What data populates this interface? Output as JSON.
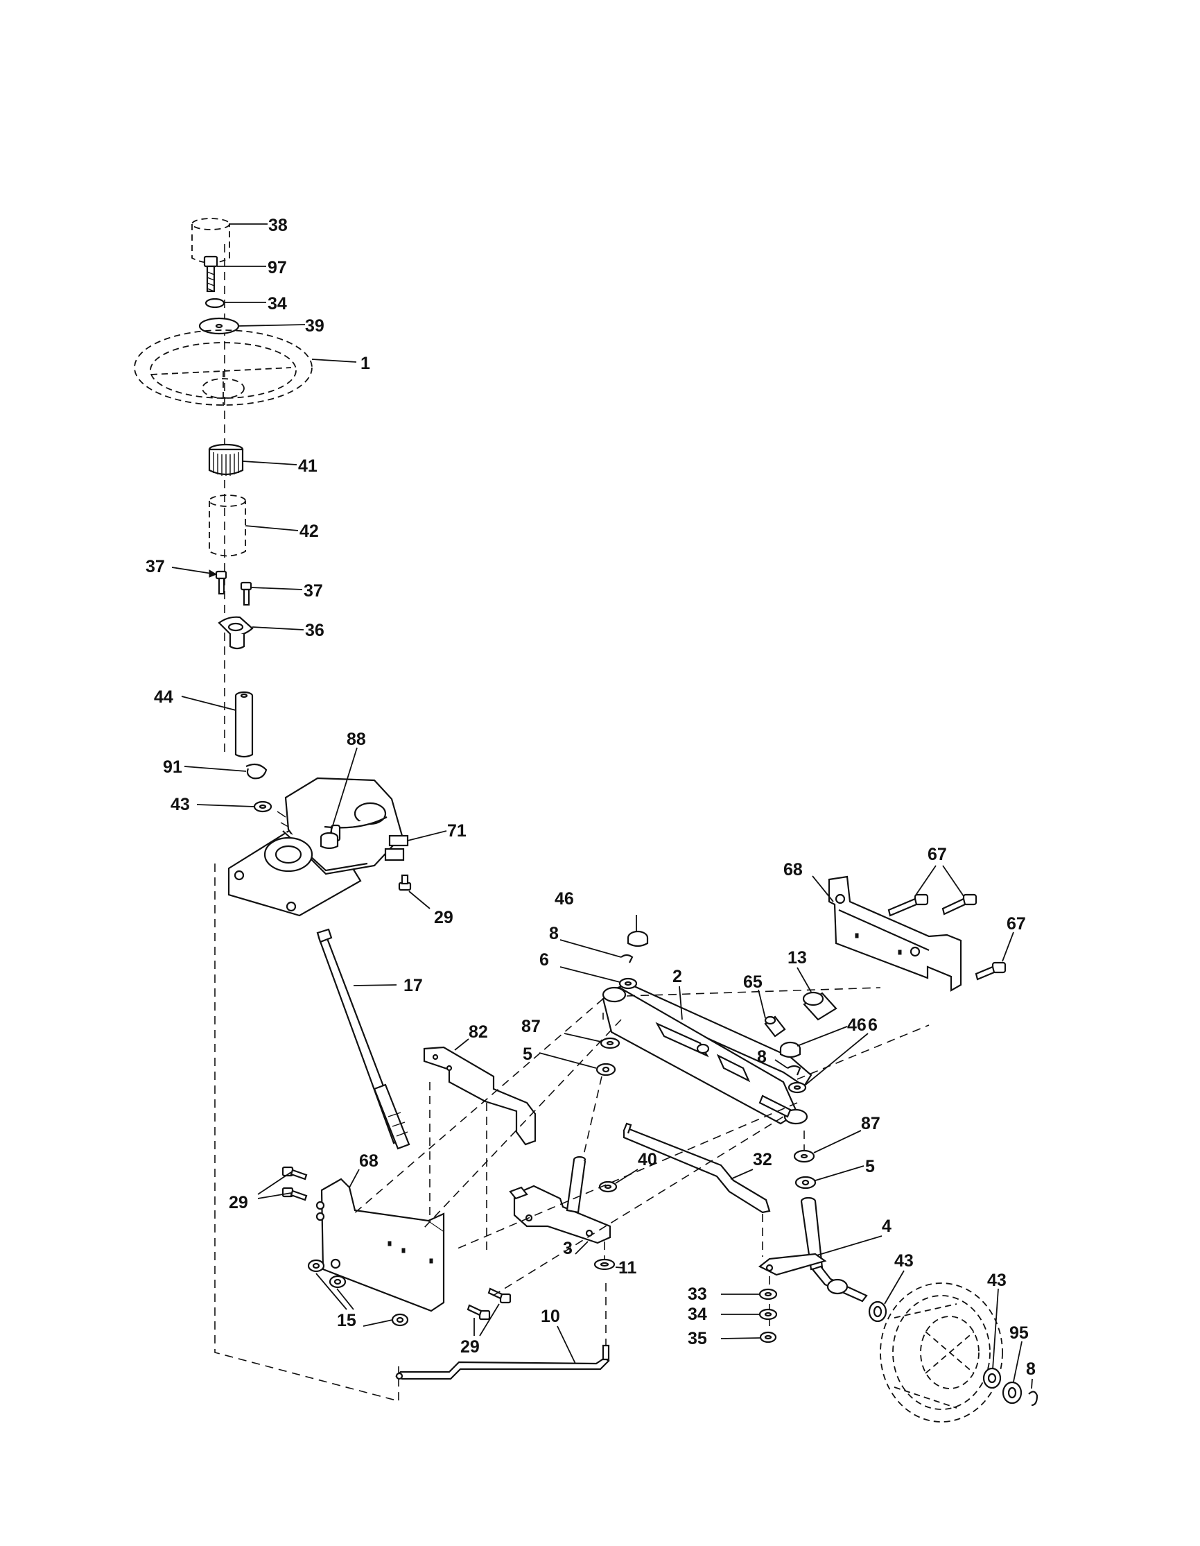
{
  "callouts": [
    {
      "id": "c-38",
      "text": "38"
    },
    {
      "id": "c-97",
      "text": "97"
    },
    {
      "id": "c-34a",
      "text": "34"
    },
    {
      "id": "c-39",
      "text": "39"
    },
    {
      "id": "c-1",
      "text": "1"
    },
    {
      "id": "c-41",
      "text": "41"
    },
    {
      "id": "c-42",
      "text": "42"
    },
    {
      "id": "c-37a",
      "text": "37"
    },
    {
      "id": "c-37b",
      "text": "37"
    },
    {
      "id": "c-36",
      "text": "36"
    },
    {
      "id": "c-44",
      "text": "44"
    },
    {
      "id": "c-88",
      "text": "88"
    },
    {
      "id": "c-91",
      "text": "91"
    },
    {
      "id": "c-43a",
      "text": "43"
    },
    {
      "id": "c-71",
      "text": "71"
    },
    {
      "id": "c-29a",
      "text": "29"
    },
    {
      "id": "c-17",
      "text": "17"
    },
    {
      "id": "c-68a",
      "text": "68"
    },
    {
      "id": "c-67a",
      "text": "67"
    },
    {
      "id": "c-67b",
      "text": "67"
    },
    {
      "id": "c-46a",
      "text": "46"
    },
    {
      "id": "c-8a",
      "text": "8"
    },
    {
      "id": "c-6a",
      "text": "6"
    },
    {
      "id": "c-2",
      "text": "2"
    },
    {
      "id": "c-13",
      "text": "13"
    },
    {
      "id": "c-65",
      "text": "65"
    },
    {
      "id": "c-46b",
      "text": "46"
    },
    {
      "id": "c-87a",
      "text": "87"
    },
    {
      "id": "c-82",
      "text": "82"
    },
    {
      "id": "c-5a",
      "text": "5"
    },
    {
      "id": "c-8b",
      "text": "8"
    },
    {
      "id": "c-6b",
      "text": "6"
    },
    {
      "id": "c-87b",
      "text": "87"
    },
    {
      "id": "c-5b",
      "text": "5"
    },
    {
      "id": "c-40",
      "text": "40"
    },
    {
      "id": "c-32",
      "text": "32"
    },
    {
      "id": "c-29b",
      "text": "29"
    },
    {
      "id": "c-68b",
      "text": "68"
    },
    {
      "id": "c-4",
      "text": "4"
    },
    {
      "id": "c-3",
      "text": "3"
    },
    {
      "id": "c-11",
      "text": "11"
    },
    {
      "id": "c-43b",
      "text": "43"
    },
    {
      "id": "c-43c",
      "text": "43"
    },
    {
      "id": "c-33",
      "text": "33"
    },
    {
      "id": "c-34b",
      "text": "34"
    },
    {
      "id": "c-15",
      "text": "15"
    },
    {
      "id": "c-29c",
      "text": "29"
    },
    {
      "id": "c-10",
      "text": "10"
    },
    {
      "id": "c-95",
      "text": "95"
    },
    {
      "id": "c-35",
      "text": "35"
    },
    {
      "id": "c-8c",
      "text": "8"
    }
  ]
}
